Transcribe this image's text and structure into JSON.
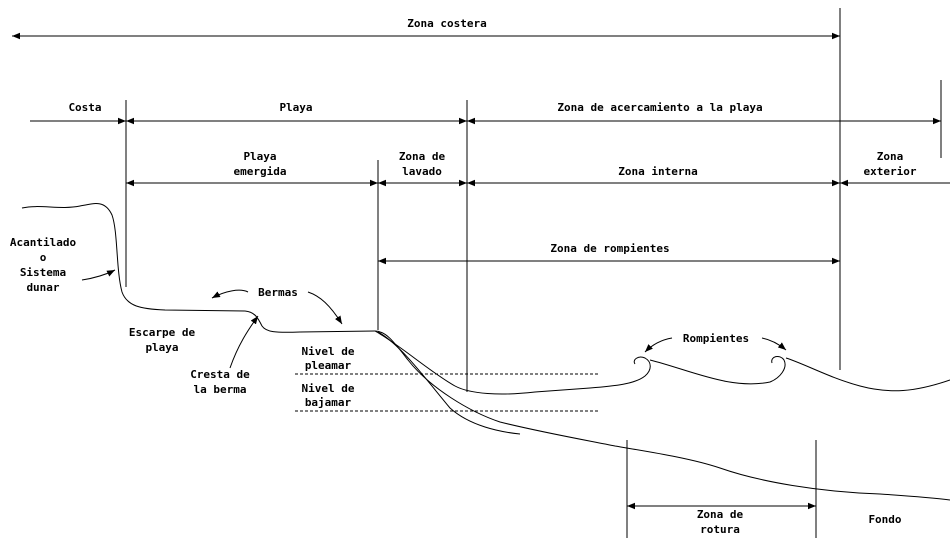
{
  "zones": {
    "zona_costera": "Zona costera",
    "costa": "Costa",
    "playa": "Playa",
    "zona_acercamiento": "Zona de acercamiento a la playa",
    "playa_emergida": [
      "Playa",
      "emergida"
    ],
    "zona_lavado": [
      "Zona de",
      "lavado"
    ],
    "zona_interna": "Zona interna",
    "zona_exterior": [
      "Zona",
      "exterior"
    ],
    "zona_rompientes": "Zona de rompientes",
    "zona_rotura": [
      "Zona de",
      "rotura"
    ]
  },
  "features": {
    "acantilado": [
      "Acantilado",
      "o",
      "Sistema",
      "dunar"
    ],
    "bermas": "Bermas",
    "escarpe": [
      "Escarpe de",
      "playa"
    ],
    "cresta": [
      "Cresta de",
      "la berma"
    ],
    "pleamar": [
      "Nivel de",
      "pleamar"
    ],
    "bajamar": [
      "Nivel de",
      "bajamar"
    ],
    "rompientes": "Rompientes",
    "fondo": "Fondo"
  }
}
